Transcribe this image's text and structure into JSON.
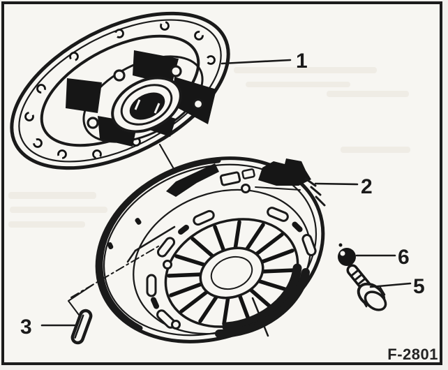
{
  "figure": {
    "code_label": "F-2801",
    "kind": "exploded-parts-diagram"
  },
  "callouts": [
    {
      "number": "1",
      "part": "clutch-disc"
    },
    {
      "number": "2",
      "part": "clutch-pressure-plate-cover"
    },
    {
      "number": "3",
      "part": "dowel-pin"
    },
    {
      "number": "5",
      "part": "bolt"
    },
    {
      "number": "6",
      "part": "washer-ball"
    }
  ],
  "colors": {
    "ink": "#1a1a1a",
    "paper": "#f7f6f2",
    "frame": "#1c1c1c",
    "page": "#f2f1ee"
  }
}
